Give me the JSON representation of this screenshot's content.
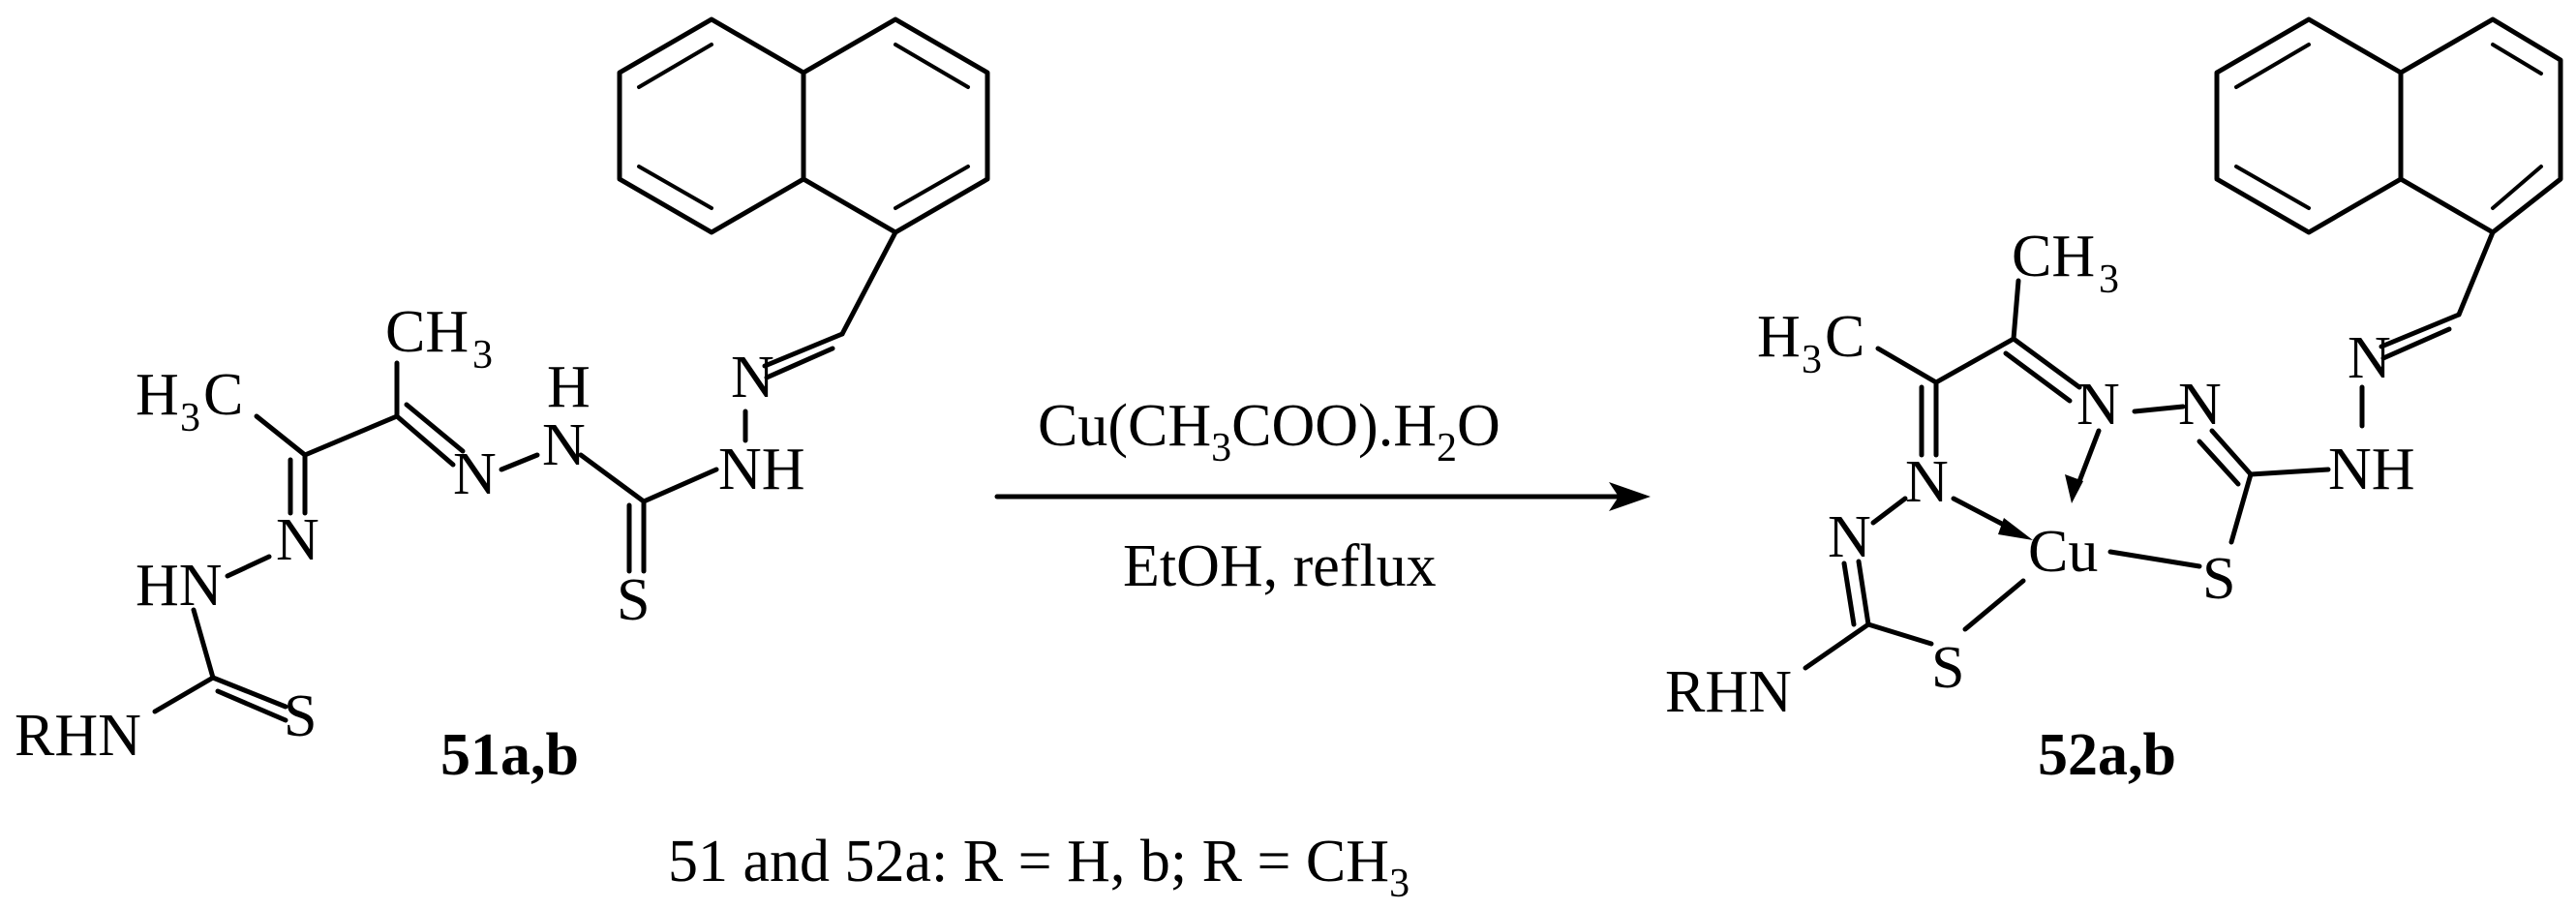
{
  "reactant": {
    "compound_label": "51a,b",
    "atoms": {
      "methyl_left": "H",
      "methyl_left_sub": "3",
      "methyl_left_c": "C",
      "methyl_top": "CH",
      "methyl_top_sub": "3",
      "imine_n_left": "N",
      "imine_n_right": "N",
      "hydrazide_h": "H",
      "hydrazide_n": "N",
      "thione_s_right": "S",
      "nh_right": "NH",
      "aldimine_n": "N",
      "nh_left": "HN",
      "thione_s_left": "S",
      "rhn": "RHN"
    }
  },
  "reaction": {
    "reagent_main": "Cu(CH",
    "reagent_sub1": "3",
    "reagent_mid": "COO).H",
    "reagent_sub2": "2",
    "reagent_end": "O",
    "conditions": "EtOH, reflux"
  },
  "product": {
    "compound_label": "52a,b",
    "atoms": {
      "methyl_left": "H",
      "methyl_left_sub": "3",
      "methyl_left_c": "C",
      "methyl_top": "CH",
      "methyl_top_sub": "3",
      "imine_n_left": "N",
      "imine_n_right": "N",
      "ring_n_right": "N",
      "nh_right": "NH",
      "aldimine_n": "N",
      "ring_n_left": "N",
      "metal": "Cu",
      "s_right": "S",
      "s_left": "S",
      "rhn": "RHN"
    }
  },
  "legend": {
    "part1": "51",
    "part2": " and ",
    "part3": "52a:",
    "part4": " R = H, ",
    "part5": "b;",
    "part6": " R = CH",
    "part7": "3"
  }
}
